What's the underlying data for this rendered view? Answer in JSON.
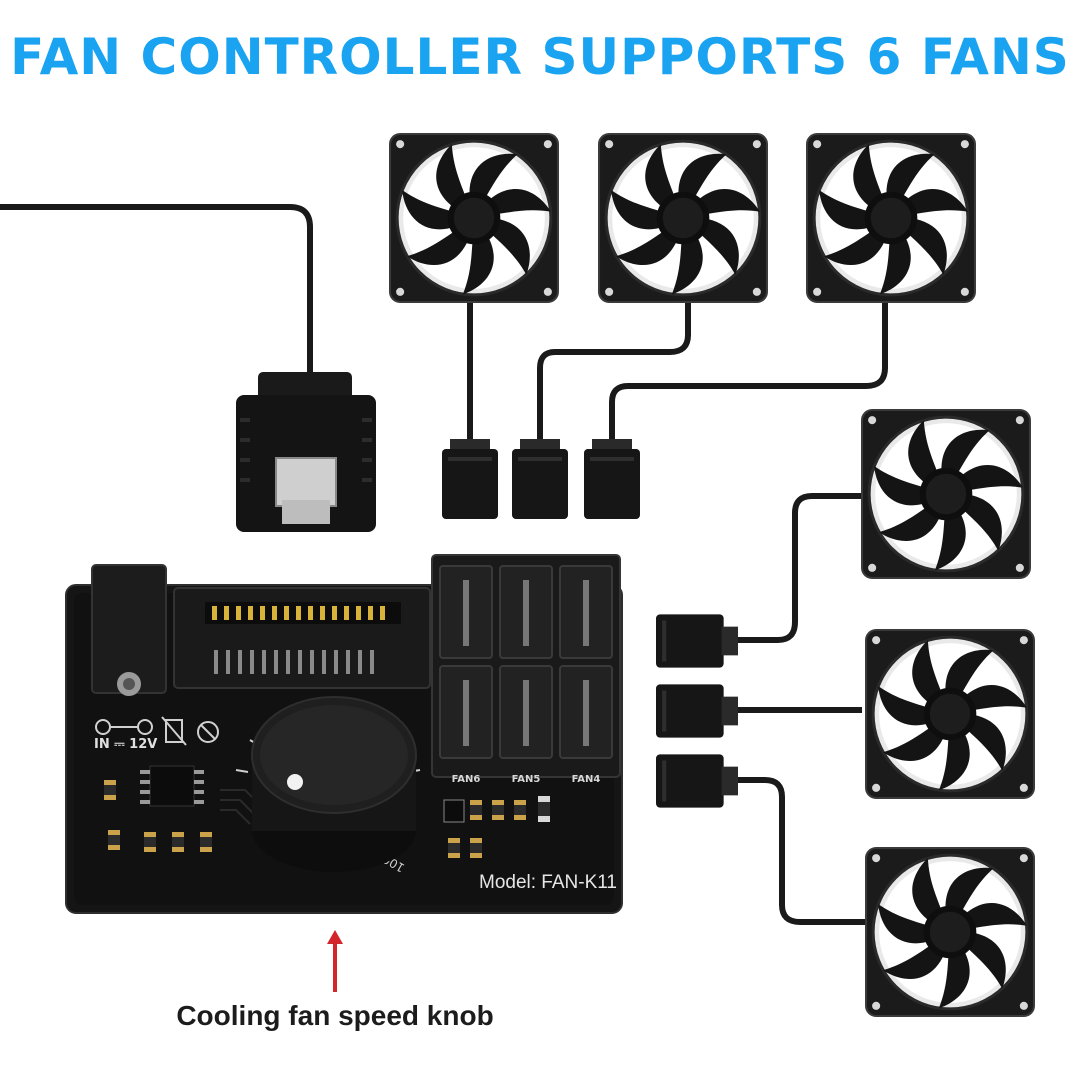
{
  "headline": "FAN CONTROLLER SUPPORTS 6 FANS",
  "caption": "Cooling fan speed knob",
  "board": {
    "model_label": "Model: FAN-K11",
    "power_label": "IN ⎓ 12V",
    "header_labels": [
      "FAN6",
      "FAN5",
      "FAN4"
    ],
    "knob_scale_max": "100"
  },
  "colors": {
    "headline": "#1aa3f0",
    "arrow": "#d3252a",
    "board": "#151515",
    "fan": "#121212"
  },
  "icons": {
    "arrow": "arrow-up-icon",
    "fan": "fan-icon",
    "knob": "knob-icon"
  }
}
